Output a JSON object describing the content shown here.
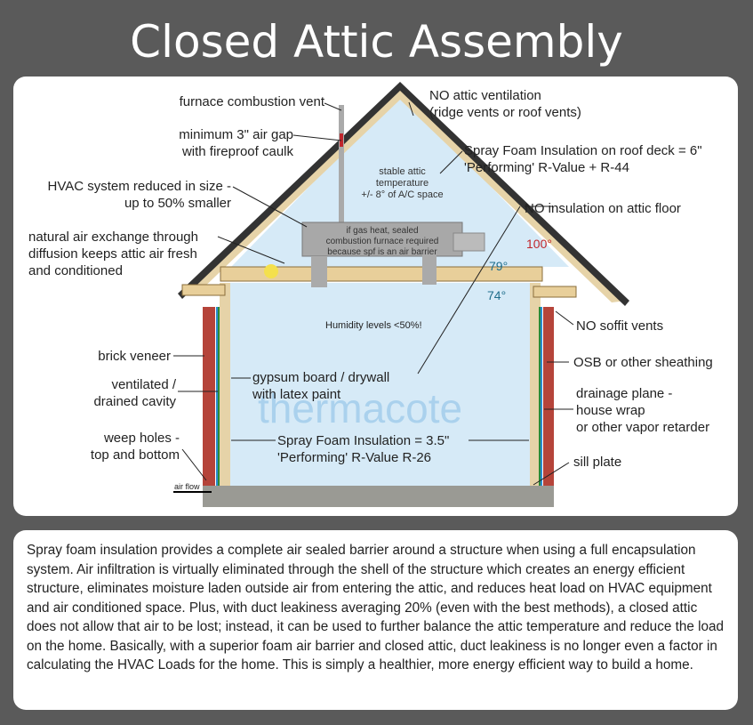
{
  "title": "Closed Attic Assembly",
  "labels": {
    "furnace_vent": "furnace combustion vent",
    "air_gap": [
      "minimum 3\" air gap",
      "with fireproof caulk"
    ],
    "hvac": [
      "HVAC system reduced in size -",
      "up to 50% smaller"
    ],
    "air_exchange": [
      "natural air exchange through",
      "diffusion keeps attic air fresh",
      "and conditioned"
    ],
    "brick": "brick veneer",
    "cavity": [
      "ventilated /",
      "drained cavity"
    ],
    "weep": [
      "weep holes -",
      "top and bottom"
    ],
    "air_flow": "air flow",
    "no_vent": [
      "NO attic ventilation",
      "(ridge vents or roof vents)"
    ],
    "roof_foam": [
      "Spray Foam Insulation on roof deck = 6\"",
      "'Performing' R-Value + R-44"
    ],
    "no_floor_ins": "NO insulation on attic floor",
    "no_soffit": "NO soffit vents",
    "osb": "OSB or other sheathing",
    "drainage": [
      "drainage plane -",
      "house wrap",
      "or other vapor retarder"
    ],
    "sill": "sill plate",
    "gypsum": [
      "gypsum board / drywall",
      "with latex paint"
    ],
    "wall_foam": [
      "Spray Foam Insulation = 3.5\"",
      "'Performing' R-Value R-26"
    ],
    "stable": [
      "stable attic",
      "temperature",
      "+/- 8° of A/C space"
    ],
    "furnace_note": [
      "if gas heat, sealed",
      "combustion furnace required",
      "because spf is an air barrier"
    ],
    "humidity": "Humidity levels <50%!",
    "temp_out": "100°",
    "temp_attic": "79°",
    "temp_room": "74°"
  },
  "watermark": "thermacote",
  "description": "Spray foam insulation provides a complete air sealed barrier around a structure when using a full encapsulation system.  Air infiltration is virtually eliminated through the shell of the structure which creates an energy efficient structure, eliminates moisture laden outside air from entering the attic, and reduces heat load on HVAC equipment and air conditioned space.  Plus, with duct leakiness averaging 20% (even with the best methods), a closed attic does not allow that air to be lost; instead, it can be used to further balance the attic temperature and reduce the load on the home.  Basically, with a superior foam air barrier and closed attic, duct leakiness is no longer even a factor in calculating the HVAC Loads for the home.  This is simply a healthier, more energy efficient way to build a home.",
  "colors": {
    "background": "#5a5a5a",
    "interior": "#d6eaf7",
    "foam": "#e6d3a8",
    "brick": "#b5443a",
    "hot": "#c0272d",
    "cool": "#1f6e8c"
  }
}
